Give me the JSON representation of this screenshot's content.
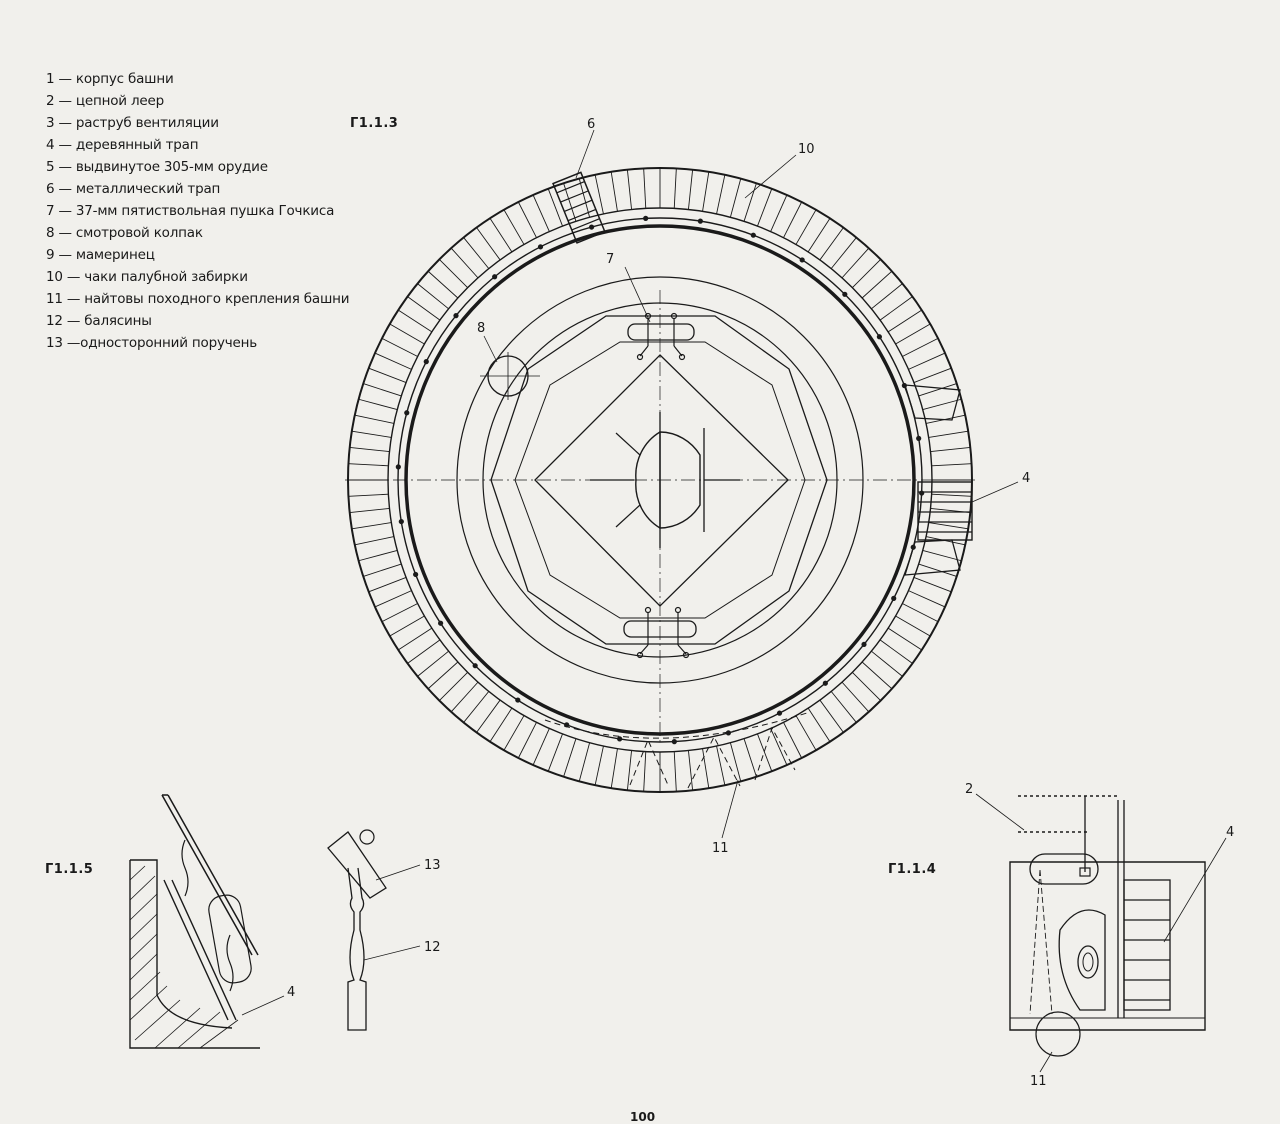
{
  "legend": [
    "1 — корпус башни",
    "2 — цепной леер",
    "3 — раструб вентиляции",
    "4 — деревянный трап",
    "5 — выдвинутое 305-мм орудие",
    "6 — металлический трап",
    "7 — 37-мм пятиствольная пушка Гочкиса",
    "8 — смотровой колпак",
    "9 — мамеринец",
    "10 — чаки палубной забирки",
    "11 — найтовы походного крепления башни",
    "12 — балясины",
    "13 —односторонний поручень"
  ],
  "figures": {
    "main": "Г1.1.3",
    "ladder": "Г1.1.5",
    "side": "Г1.1.4"
  },
  "callouts": {
    "c6": "6",
    "c10": "10",
    "c7": "7",
    "c8": "8",
    "c4_main": "4",
    "c11_main": "11",
    "c13": "13",
    "c12": "12",
    "c4_ladder": "4",
    "c2": "2",
    "c4_side": "4",
    "c11_side": "11"
  },
  "page_number": "100"
}
